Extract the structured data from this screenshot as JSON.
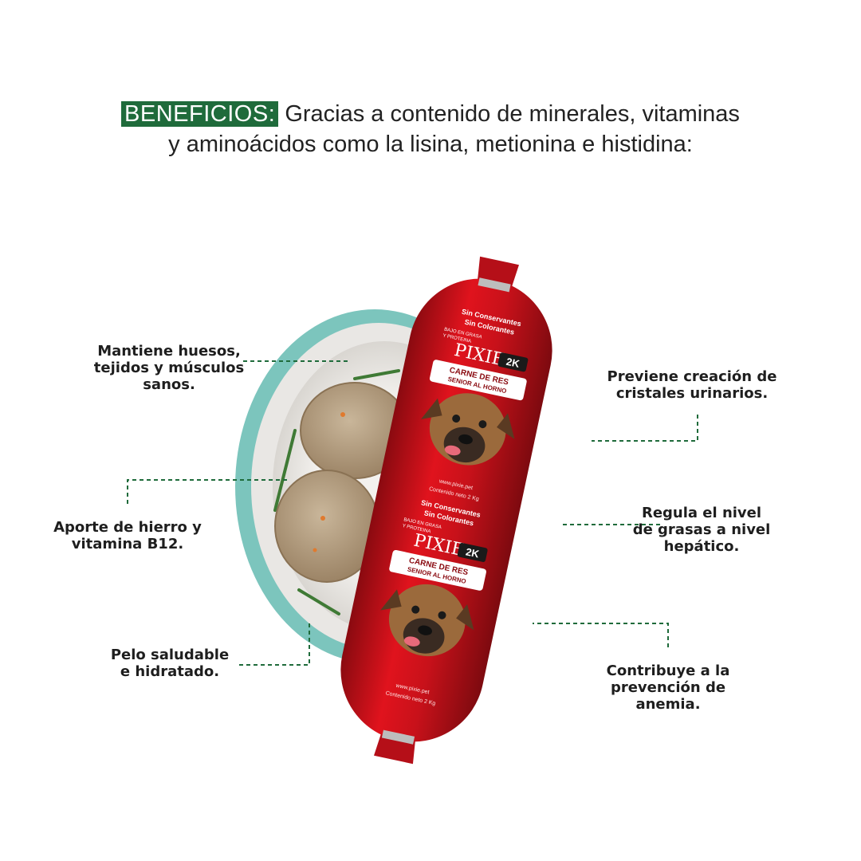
{
  "header": {
    "tag": "BENEFICIOS:",
    "line1": "Gracias a contenido de minerales, vitaminas",
    "line2": "y aminoácidos como la lisina, metionina e histidina:"
  },
  "benefits": {
    "left": [
      {
        "lines": [
          "Mantiene huesos,",
          "tejidos y músculos",
          "sanos."
        ]
      },
      {
        "lines": [
          "Aporte de hierro y",
          "vitamina B12."
        ]
      },
      {
        "lines": [
          "Pelo saludable",
          "e hidratado."
        ]
      }
    ],
    "right": [
      {
        "lines": [
          "Previene creación de",
          "cristales urinarios."
        ]
      },
      {
        "lines": [
          "Regula el nivel",
          "de grasas a nivel",
          "hepático."
        ]
      },
      {
        "lines": [
          "Contribuye a la",
          "prevención de",
          "anemia."
        ]
      }
    ]
  },
  "product": {
    "brand": "PIXIE",
    "size": "2K",
    "badge_no_preservatives": "Sin Conservantes",
    "badge_no_colorants": "Sin Colorantes",
    "badge_low_fat": "BAJO EN GRASA",
    "badge_protein": "Y PROTEINA",
    "flavor_line1": "CARNE DE RES",
    "flavor_line2": "SENIOR AL HORNO",
    "website": "www.pixie.pet",
    "net_content": "Contenido neto 2 Kg"
  },
  "colors": {
    "accent_green": "#1f6b3b",
    "product_red": "#c8111a",
    "bowl_teal": "#7cc5bd"
  }
}
